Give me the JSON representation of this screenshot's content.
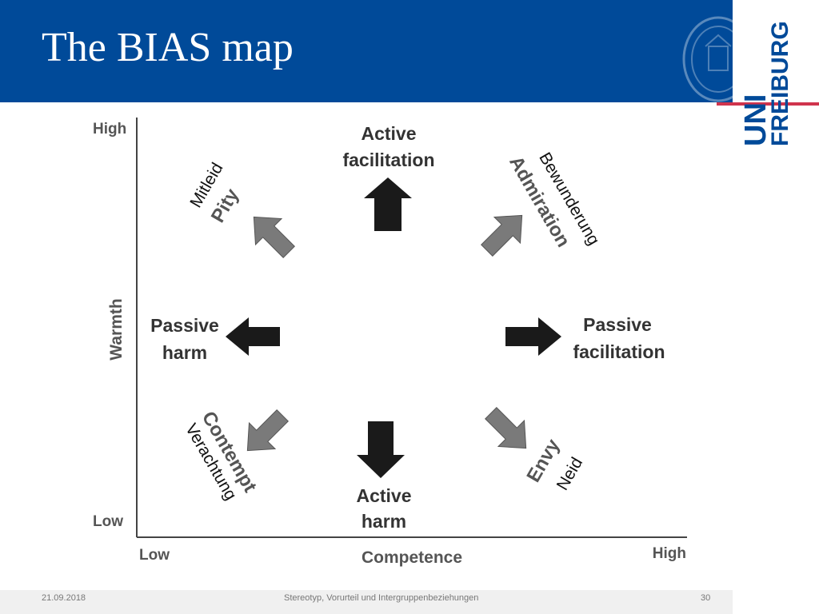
{
  "slide": {
    "title": "The BIAS map"
  },
  "logo": {
    "line1": "UNI",
    "line2": "FREIBURG"
  },
  "diagram": {
    "y_axis": {
      "label": "Warmth",
      "high": "High",
      "low": "Low"
    },
    "x_axis": {
      "label": "Competence",
      "low": "Low",
      "high": "High"
    },
    "top": {
      "line1": "Active",
      "line2": "facilitation"
    },
    "bottom": {
      "line1": "Active",
      "line2": "harm"
    },
    "left": {
      "line1": "Passive",
      "line2": "harm"
    },
    "right": {
      "line1": "Passive",
      "line2": "facilitation"
    },
    "top_left": {
      "label": "Pity",
      "german": "Mitleid"
    },
    "top_right": {
      "label": "Admiration",
      "german": "Bewunderung"
    },
    "bottom_left": {
      "label": "Contempt",
      "german": "Verachtung"
    },
    "bottom_right": {
      "label": "Envy",
      "german": "Neid"
    }
  },
  "footer": {
    "date": "21.09.2018",
    "center": "Stereotyp, Vorurteil und Intergruppenbeziehungen",
    "page": "30"
  },
  "colors": {
    "title_bar": "#004a99",
    "logo_red": "#c8102e",
    "arrow_dark": "#1a1a1a",
    "arrow_gray": "#7a7a7a"
  }
}
